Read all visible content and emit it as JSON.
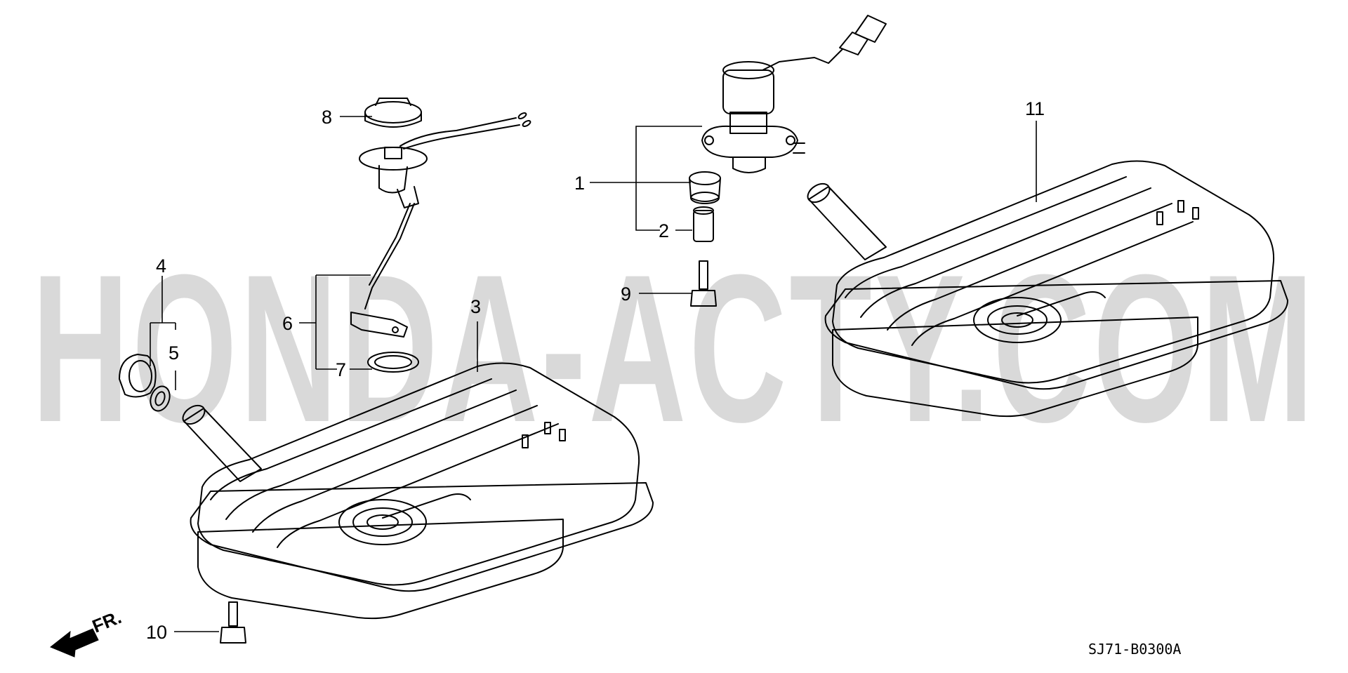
{
  "watermark": "HONDA-ACTY.COM",
  "diagram_code": "SJ71-B0300A",
  "front_arrow_label": "FR.",
  "callouts": {
    "c1": "1",
    "c2": "2",
    "c3": "3",
    "c4": "4",
    "c5": "5",
    "c6": "6",
    "c7": "7",
    "c8": "8",
    "c9": "9",
    "c10": "10",
    "c11": "11"
  }
}
